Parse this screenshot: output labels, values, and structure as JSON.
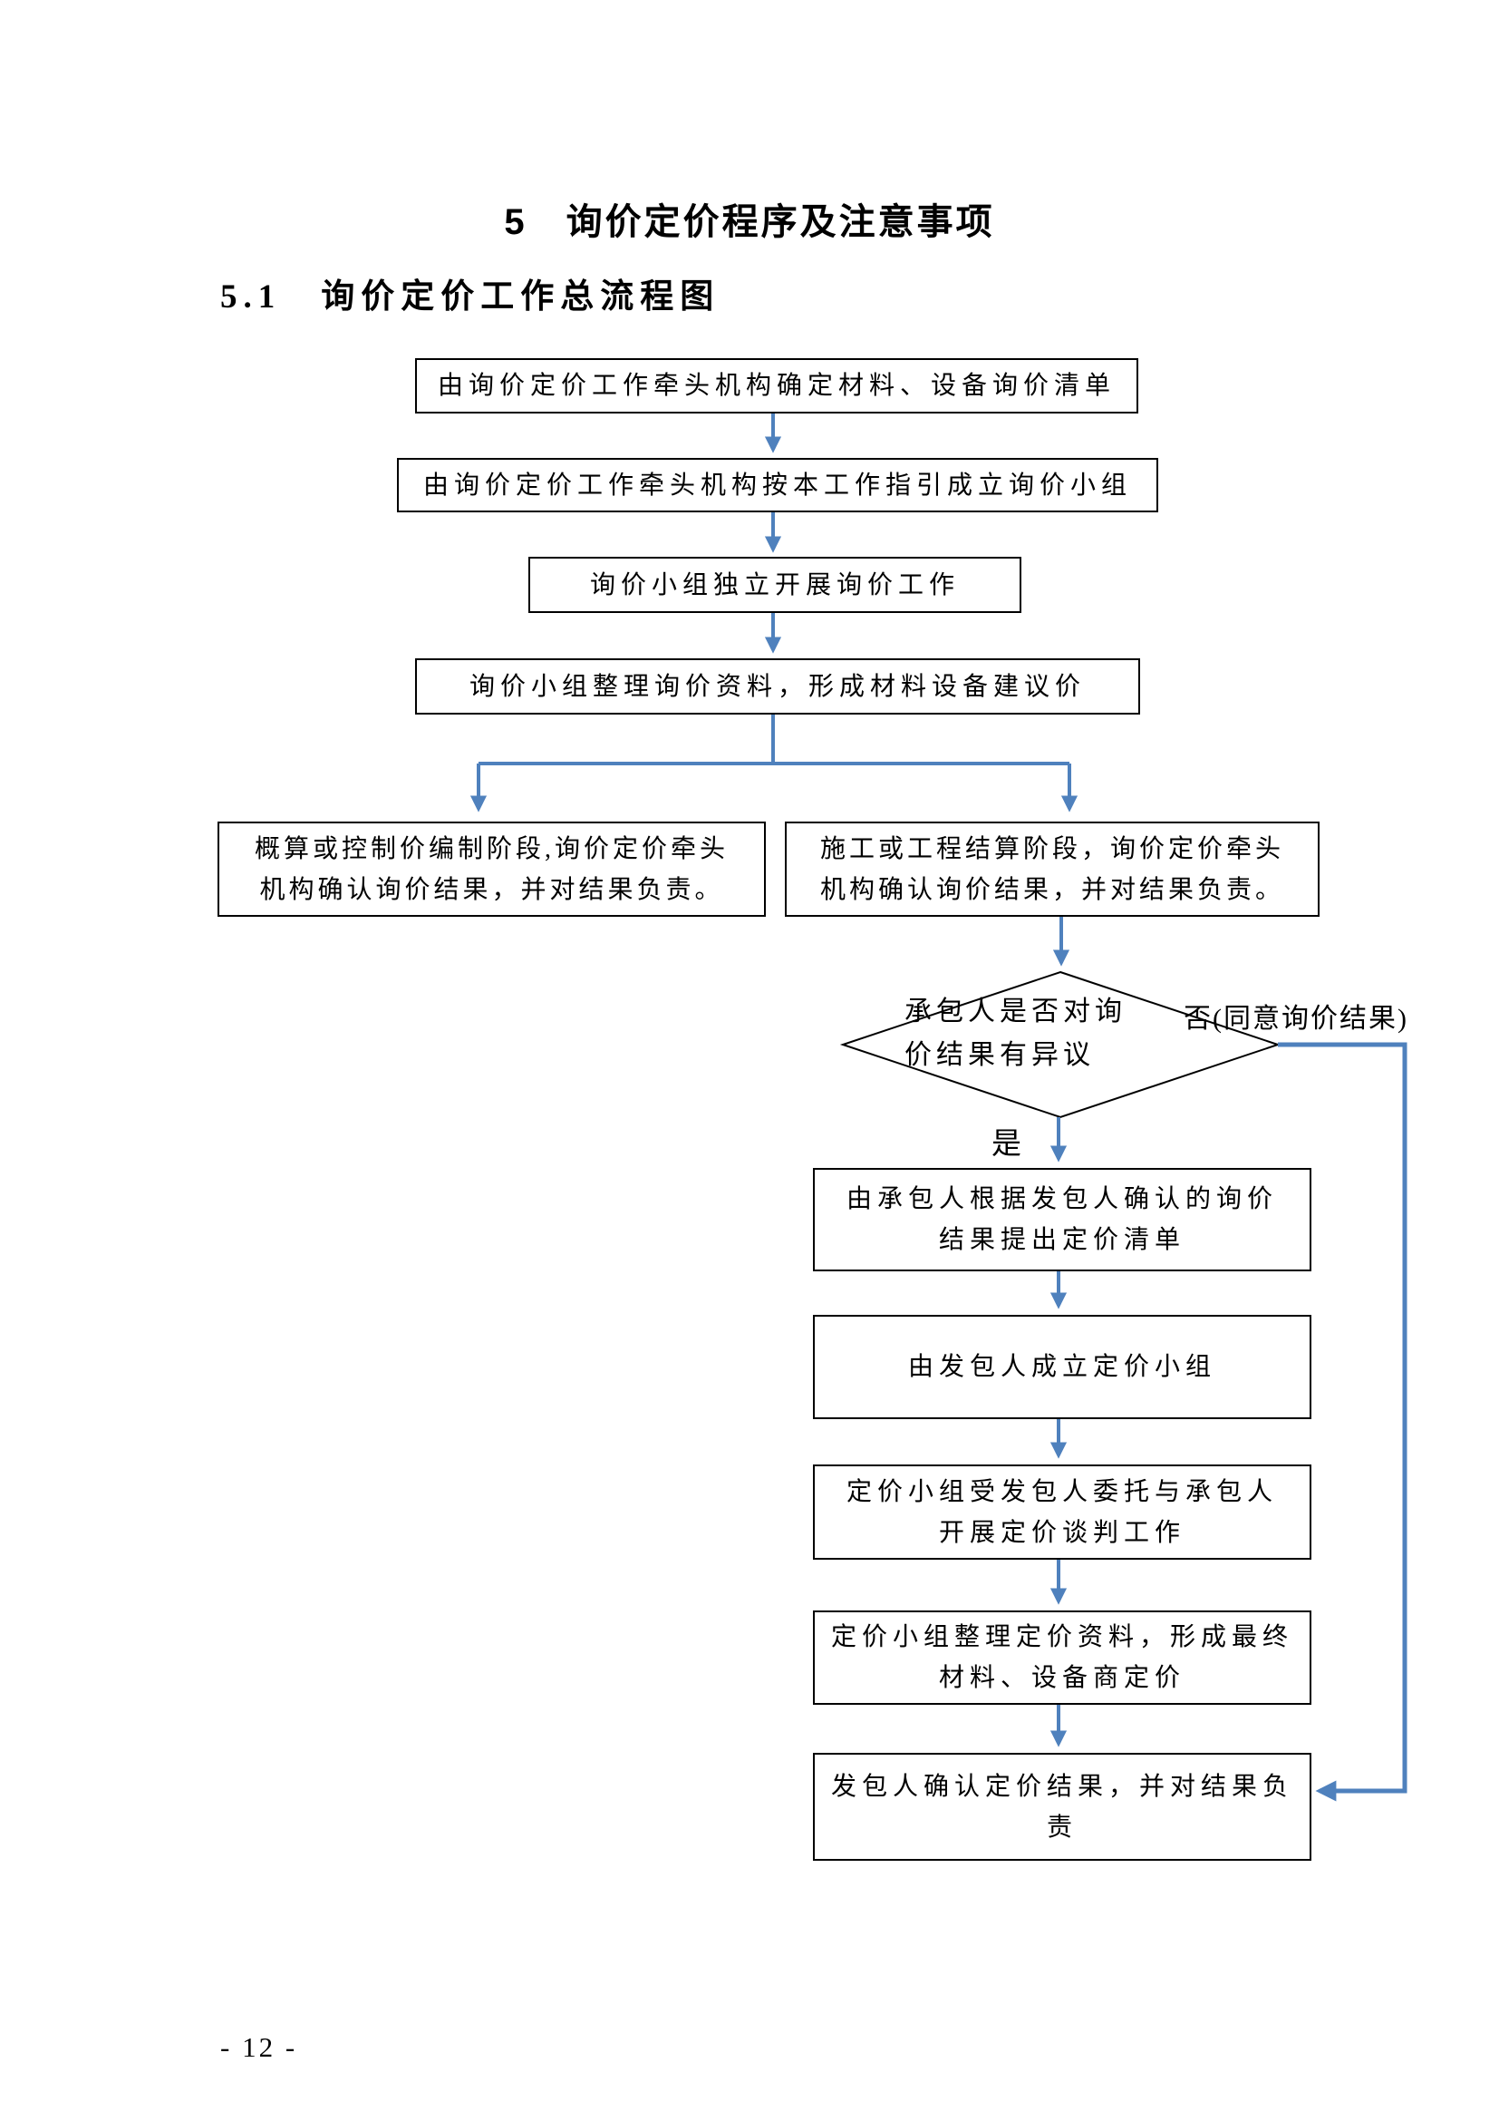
{
  "page": {
    "title": "5　询价定价程序及注意事项",
    "section": "5.1　询价定价工作总流程图",
    "page_number": "- 12 -"
  },
  "colors": {
    "arrow_blue": "#4F81BD",
    "box_border": "#000000",
    "background": "#ffffff"
  },
  "flow": {
    "box1": {
      "text": "由询价定价工作牵头机构确定材料、设备询价清单"
    },
    "box2": {
      "text": "由询价定价工作牵头机构按本工作指引成立询价小组"
    },
    "box3": {
      "text": "询价小组独立开展询价工作"
    },
    "box4": {
      "text": "询价小组整理询价资料，形成材料设备建议价"
    },
    "box_left": {
      "line1": "概算或控制价编制阶段,询价定价牵头",
      "line2": "机构确认询价结果，并对结果负责。"
    },
    "box_right": {
      "line1": "施工或工程结算阶段，询价定价牵头",
      "line2": "机构确认询价结果，并对结果负责。"
    },
    "decision": {
      "line1": "承包人是否对询",
      "line2": "价结果有异议",
      "label_no": "否(同意询价结果)",
      "label_yes": "是"
    },
    "box5": {
      "line1": "由承包人根据发包人确认的询价",
      "line2": "结果提出定价清单"
    },
    "box6": {
      "text": "由发包人成立定价小组"
    },
    "box7": {
      "line1": "定价小组受发包人委托与承包人",
      "line2": "开展定价谈判工作"
    },
    "box8": {
      "line1": "定价小组整理定价资料，形成最终",
      "line2": "材料、设备商定价"
    },
    "box9": {
      "line1": "发包人确认定价结果，并对结果负",
      "line2": "责"
    }
  }
}
